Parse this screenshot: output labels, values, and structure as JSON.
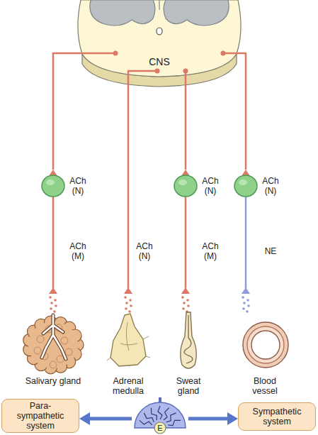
{
  "diagram": {
    "nodes": [
      {
        "text": [
          "CNS"
        ]
      },
      {
        "text": [
          "Salivary gland"
        ]
      },
      {
        "text": [
          "Adrenal medulla"
        ]
      },
      {
        "text": [
          "Sweat gland"
        ]
      },
      {
        "text": [
          "Blood vessel"
        ]
      },
      {
        "text": [
          "Para- sympathetic system"
        ]
      },
      {
        "text": [
          "E"
        ]
      },
      {
        "text": [
          "Sympathetic system"
        ]
      }
    ],
    "edges": [
      {
        "from": 0,
        "to": 1,
        "arrow": "to"
      },
      {
        "from": 0,
        "to": 2,
        "arrow": "to"
      },
      {
        "from": 0,
        "to": 3,
        "arrow": "to"
      },
      {
        "from": 0,
        "to": 4,
        "arrow": "to"
      },
      {
        "from": 6,
        "to": 5,
        "arrow": "to"
      },
      {
        "from": 6,
        "to": 7,
        "arrow": "to"
      }
    ],
    "labels": [
      "ACh (N)",
      "ACh (N)",
      "ACh (N)",
      "ACh (M)",
      "ACh (N)",
      "ACh (M)",
      "NE"
    ]
  }
}
